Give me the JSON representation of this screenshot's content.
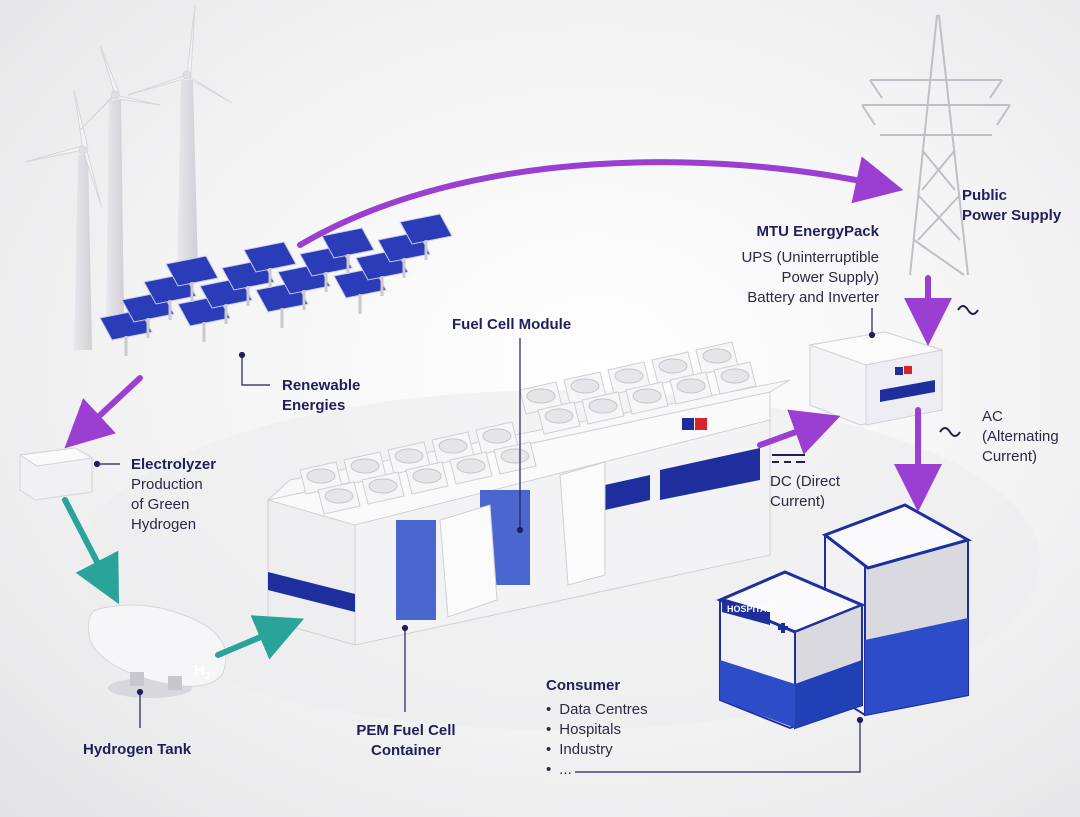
{
  "labels": {
    "fuel_cell_module": "Fuel Cell Module",
    "renewable": [
      "Renewable",
      "Energies"
    ],
    "electrolyzer_title": "Electrolyzer",
    "electrolyzer_desc": [
      "Production",
      "of Green",
      "Hydrogen"
    ],
    "hydrogen_tank": "Hydrogen Tank",
    "pem_container": [
      "PEM Fuel Cell",
      "Container"
    ],
    "energypack_title": "MTU EnergyPack",
    "energypack_desc": [
      "UPS (Uninterruptible",
      "Power Supply)",
      "Battery and Inverter"
    ],
    "public_power": [
      "Public",
      "Power Supply"
    ],
    "dc": [
      "DC (Direct",
      "Current)"
    ],
    "ac": [
      "AC",
      "(Alternating",
      "Current)"
    ],
    "consumer_title": "Consumer",
    "consumer_items": [
      "Data Centres",
      "Hospitals",
      "Industry",
      "..."
    ],
    "h2_symbol": "H",
    "h2_sub": "2",
    "hospital_sign": "HOSPITAL"
  },
  "icons": {
    "ac": "ac-wave-icon",
    "dc": "dc-symbol-icon"
  },
  "colors": {
    "label_navy": "#1f1f5c",
    "flow_purple": "#9b3fd3",
    "flow_teal": "#2aa39a",
    "brand_blue": "#1e2e9c",
    "accent_red": "#d8232a"
  }
}
